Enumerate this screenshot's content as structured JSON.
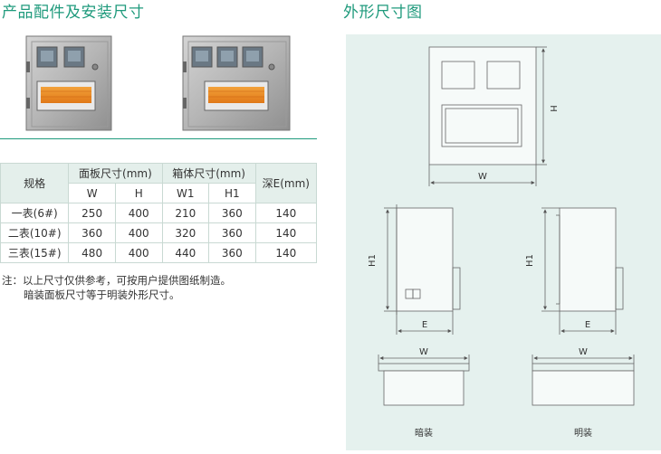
{
  "left_title": "产品配件及安装尺寸",
  "right_title": "外形尺寸图",
  "table": {
    "col_spec": "规格",
    "col_panel": "面板尺寸(mm)",
    "col_box": "箱体尺寸(mm)",
    "col_depth": "深E(mm)",
    "sub_w": "W",
    "sub_h": "H",
    "sub_w1": "W1",
    "sub_h1": "H1",
    "rows": [
      {
        "spec": "一表(6#)",
        "w": "250",
        "h": "400",
        "w1": "210",
        "h1": "360",
        "e": "140"
      },
      {
        "spec": "二表(10#)",
        "w": "360",
        "h": "400",
        "w1": "320",
        "h1": "360",
        "e": "140"
      },
      {
        "spec": "三表(15#)",
        "w": "480",
        "h": "400",
        "w1": "440",
        "h1": "360",
        "e": "140"
      }
    ]
  },
  "note": {
    "line1": "注：以上尺寸仅供参考，可按用户提供图纸制造。",
    "line2": "暗装面板尺寸等于明装外形尺寸。"
  },
  "drawing": {
    "front_w": "W",
    "front_h": "H",
    "side1_h1": "H1",
    "side1_e": "E",
    "side2_h1": "H1",
    "side2_e": "E",
    "top1_w": "W",
    "top2_w": "W",
    "label_recessed": "暗装",
    "label_surface": "明装"
  },
  "colors": {
    "accent": "#1f9a7c",
    "drawing_bg": "#e5f1ee",
    "table_header_bg": "#e4efeb",
    "table_border": "#c9d9d3"
  }
}
